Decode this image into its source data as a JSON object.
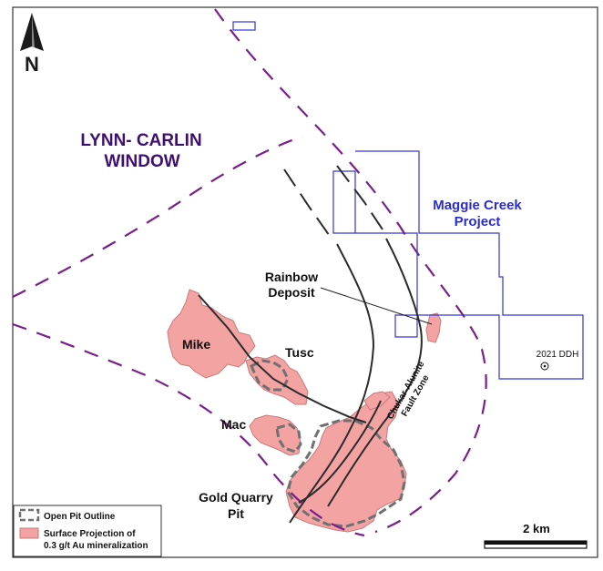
{
  "labels": {
    "window_line1": "LYNN- CARLIN",
    "window_line2": "WINDOW",
    "project_line1": "Maggie Creek",
    "project_line2": "Project",
    "rainbow_line1": "Rainbow",
    "rainbow_line2": "Deposit",
    "mike": "Mike",
    "tusc": "Tusc",
    "mac": "Mac",
    "gq_line1": "Gold Quarry",
    "gq_line2": "Pit",
    "fault_line1": "Chukar-Alunite",
    "fault_line2": "Fault Zone",
    "ddh": "2021 DDH",
    "north": "N"
  },
  "legend": {
    "items": [
      {
        "label": "Open Pit Outline"
      },
      {
        "label_line1": "Surface Projection of",
        "label_line2": "0.3 g/t Au mineralization"
      }
    ]
  },
  "scale_bar": {
    "label": "2 km"
  },
  "colors": {
    "window_text": "#3f0f72",
    "project_text": "#2b2bd6",
    "project_outline": "#3434d9",
    "window_boundary": "#7a1f8c",
    "mineralization_fill": "#f4a3a3",
    "mineralization_stroke": "#c77a7a",
    "pit_outline": "#707070",
    "fault": "#2b2b2b"
  }
}
